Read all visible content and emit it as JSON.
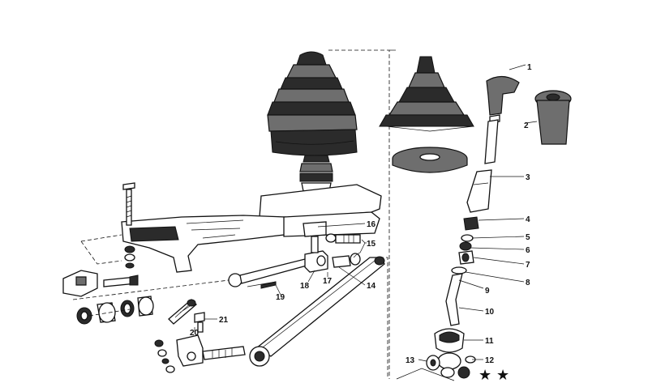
{
  "diagram": {
    "part_labels": [
      "1",
      "2",
      "3",
      "4",
      "5",
      "6",
      "7",
      "8",
      "9",
      "10",
      "11",
      "12",
      "13",
      "14",
      "15",
      "16",
      "17",
      "18",
      "19",
      "20",
      "21"
    ],
    "markers": [
      "★",
      "★"
    ],
    "colors": {
      "ink": "#111111",
      "paper": "#ffffff",
      "rubber": "#6e6e6e"
    }
  }
}
